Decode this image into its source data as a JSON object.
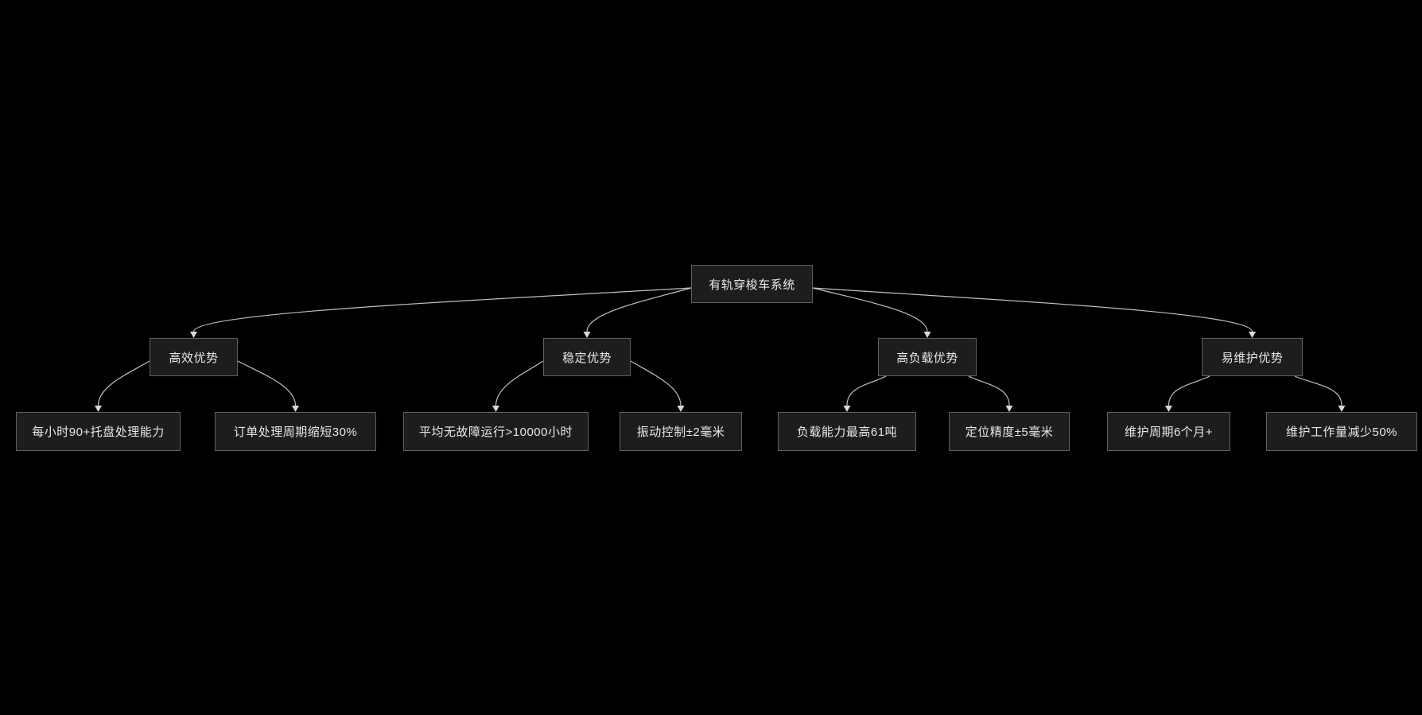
{
  "diagram": {
    "type": "flowchart-tree",
    "theme": "dark",
    "background_color": "#000000",
    "node_fill": "#1d1d1d",
    "node_border_color": "#5f5f5f",
    "node_text_color": "#e8e8e8",
    "edge_color": "#c0c0c0",
    "arrow_color": "#d9d9d9",
    "nodes": [
      {
        "id": "root",
        "label": "有轨穿梭车系统"
      },
      {
        "id": "efficiency",
        "label": "高效优势"
      },
      {
        "id": "stability",
        "label": "稳定优势"
      },
      {
        "id": "high-load",
        "label": "高负载优势"
      },
      {
        "id": "easy-maintenance",
        "label": "易维护优势"
      },
      {
        "id": "pallet-throughput",
        "label": "每小时90+托盘处理能力"
      },
      {
        "id": "order-cycle",
        "label": "订单处理周期缩短30%"
      },
      {
        "id": "mtbf",
        "label": "平均无故障运行>10000小时"
      },
      {
        "id": "vibration-control",
        "label": "振动控制±2毫米"
      },
      {
        "id": "max-load",
        "label": "负载能力最高61吨"
      },
      {
        "id": "positioning-accuracy",
        "label": "定位精度±5毫米"
      },
      {
        "id": "maintenance-interval",
        "label": "维护周期6个月+"
      },
      {
        "id": "maintenance-workload",
        "label": "维护工作量减少50%"
      }
    ],
    "edges": [
      {
        "from": "root",
        "to": "efficiency"
      },
      {
        "from": "root",
        "to": "stability"
      },
      {
        "from": "root",
        "to": "high-load"
      },
      {
        "from": "root",
        "to": "easy-maintenance"
      },
      {
        "from": "efficiency",
        "to": "pallet-throughput"
      },
      {
        "from": "efficiency",
        "to": "order-cycle"
      },
      {
        "from": "stability",
        "to": "mtbf"
      },
      {
        "from": "stability",
        "to": "vibration-control"
      },
      {
        "from": "high-load",
        "to": "max-load"
      },
      {
        "from": "high-load",
        "to": "positioning-accuracy"
      },
      {
        "from": "easy-maintenance",
        "to": "maintenance-interval"
      },
      {
        "from": "easy-maintenance",
        "to": "maintenance-workload"
      }
    ]
  }
}
